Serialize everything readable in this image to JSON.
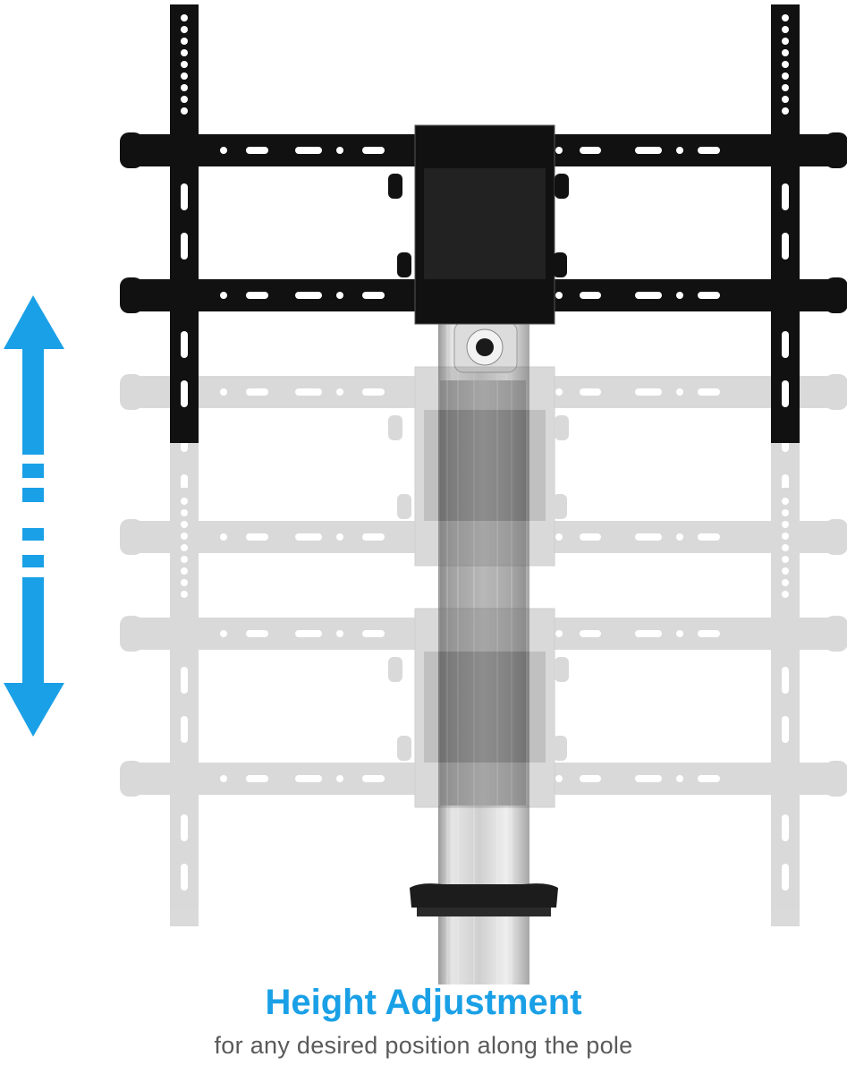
{
  "image": {
    "subject": "TV mount bracket on a vertical pole shown at several heights",
    "accent_color": "#1aa0e6",
    "mount_color": "#111111",
    "ghost_color": "#c8c8c8",
    "pole_color": "#b9b9b9"
  },
  "icons": {
    "height_arrow": "double-headed-vertical-arrow-icon"
  },
  "caption": {
    "title": "Height Adjustment",
    "subtitle": "for any desired position along the pole"
  }
}
